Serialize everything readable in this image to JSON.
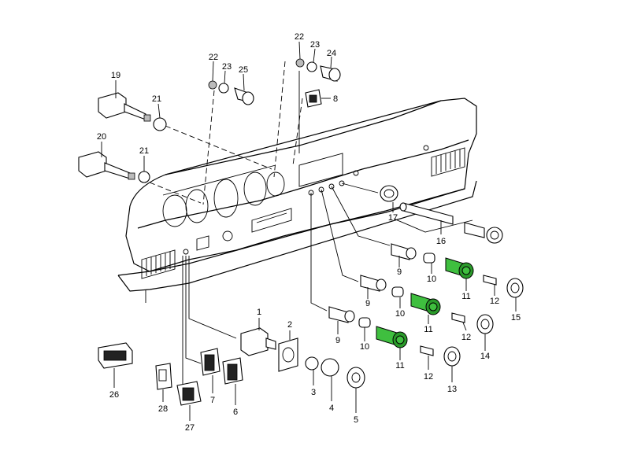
{
  "callouts": {
    "c1": "1",
    "c2": "2",
    "c3": "3",
    "c4": "4",
    "c5": "5",
    "c6": "6",
    "c7": "7",
    "c8": "8",
    "c9a": "9",
    "c9b": "9",
    "c9c": "9",
    "c10a": "10",
    "c10b": "10",
    "c10c": "10",
    "c11a": "11",
    "c11b": "11",
    "c11c": "11",
    "c12a": "12",
    "c12b": "12",
    "c12c": "12",
    "c13": "13",
    "c14": "14",
    "c15": "15",
    "c16": "16",
    "c17": "17",
    "c19": "19",
    "c20": "20",
    "c21a": "21",
    "c21b": "21",
    "c22a": "22",
    "c22b": "22",
    "c23a": "23",
    "c23b": "23",
    "c24": "24",
    "c25": "25",
    "c26": "26",
    "c27": "27",
    "c28": "28"
  },
  "colors": {
    "highlight": "#3fbf3f",
    "ink": "#000000",
    "background": "#ffffff"
  }
}
